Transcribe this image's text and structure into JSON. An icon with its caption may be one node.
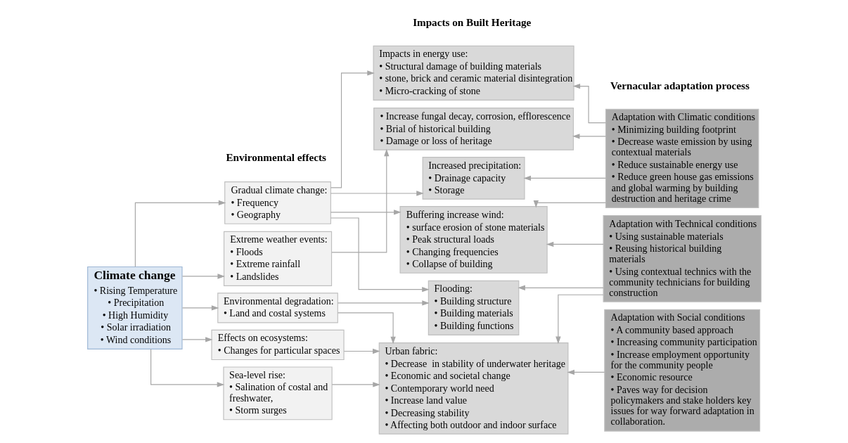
{
  "diagram": {
    "nodes": [
      {
        "text": [
          "Climate change",
          "• Rising Temperature",
          "• Precipitation",
          "• High Humidity",
          "• Solar irradiation",
          "• Wind conditions"
        ]
      },
      {
        "text": [
          "Gradual climate change:",
          "• Frequency",
          "• Geography"
        ]
      },
      {
        "text": [
          "Extreme weather events:",
          "• Floods",
          "• Extreme rainfall",
          "• Landslides"
        ]
      },
      {
        "text": [
          "Environmental degradation:",
          "• Land and costal systems"
        ]
      },
      {
        "text": [
          "Effects on ecosystems:",
          "• Changes for particular spaces"
        ]
      },
      {
        "text": [
          "Sea-level rise:",
          "• Salination of costal and freshwater,",
          "• Storm surges"
        ]
      },
      {
        "text": [
          "Impacts in energy use:",
          "• Structural damage of building materials",
          "• stone, brick and ceramic material disintegration",
          "• Micro-cracking of stone"
        ]
      },
      {
        "text": [
          "• Increase fungal decay, corrosion, efflorescence",
          "• Brial of historical building",
          "• Damage or loss of heritage"
        ]
      },
      {
        "text": [
          "Increased precipitation:",
          "• Drainage capacity",
          "• Storage"
        ]
      },
      {
        "text": [
          "Buffering increase wind:",
          "• surface erosion of stone materials",
          "• Peak structural loads",
          "• Changing frequencies",
          "• Collapse of building"
        ]
      },
      {
        "text": [
          "Flooding:",
          "• Building structure",
          "• Building materials",
          "• Building functions"
        ]
      },
      {
        "text": [
          "Urban fabric:",
          "• Decrease  in stability of underwater heritage",
          "• Economic and societal change",
          "• Contemporary world need",
          "• Increase land value",
          "• Decreasing stability",
          "• Affecting both outdoor and indoor surface"
        ]
      },
      {
        "text": [
          "Adaptation with Climatic conditions",
          "• Minimizing building footprint",
          "• Decrease waste emission by using contextual materials",
          "• Reduce sustainable energy use",
          "• Reduce green house gas emissions and global warming by building destruction and heritage crime"
        ]
      },
      {
        "text": [
          "Adaptation with Technical conditions",
          "• Using sustainable materials",
          "• Reusing historical building materials",
          "• Using contextual technics with the community technicians for building construction"
        ]
      },
      {
        "text": [
          "Adaptation with Social conditions",
          "• A community based approach",
          "• Increasing community participation",
          "• Increase employment opportunity for the community people",
          "• Economic resource",
          "• Paves way for decision policymakers and stake holders key issues for way forward adaptation in collaboration."
        ]
      }
    ],
    "edges": [
      {
        "from": 0,
        "to": 1,
        "arrow": "to"
      },
      {
        "from": 0,
        "to": 2,
        "arrow": "to"
      },
      {
        "from": 0,
        "to": 3,
        "arrow": "to"
      },
      {
        "from": 0,
        "to": 4,
        "arrow": "to"
      },
      {
        "from": 0,
        "to": 5,
        "arrow": "to"
      },
      {
        "from": 1,
        "to": 6,
        "arrow": "to"
      },
      {
        "from": 1,
        "to": 8,
        "arrow": "to"
      },
      {
        "from": 1,
        "to": 9,
        "arrow": "to"
      },
      {
        "from": 1,
        "to": 10,
        "arrow": "to"
      },
      {
        "from": 2,
        "to": 7,
        "arrow": "to"
      },
      {
        "from": 3,
        "to": 10,
        "arrow": "to"
      },
      {
        "from": 3,
        "to": 11,
        "arrow": "to"
      },
      {
        "from": 4,
        "to": 11,
        "arrow": "to"
      },
      {
        "from": 5,
        "to": 11,
        "arrow": "to"
      },
      {
        "from": 12,
        "to": 6,
        "arrow": "to"
      },
      {
        "from": 12,
        "to": 7,
        "arrow": "to"
      },
      {
        "from": 12,
        "to": 8,
        "arrow": "to"
      },
      {
        "from": 12,
        "to": 9,
        "arrow": "to"
      },
      {
        "from": 13,
        "to": 9,
        "arrow": "to"
      },
      {
        "from": 13,
        "to": 10,
        "arrow": "to"
      },
      {
        "from": 13,
        "to": 11,
        "arrow": "to"
      },
      {
        "from": 14,
        "to": 11,
        "arrow": "to"
      }
    ],
    "labels": [
      "Environmental effects",
      "Impacts on Built Heritage",
      "Vernacular adaptation process"
    ]
  }
}
